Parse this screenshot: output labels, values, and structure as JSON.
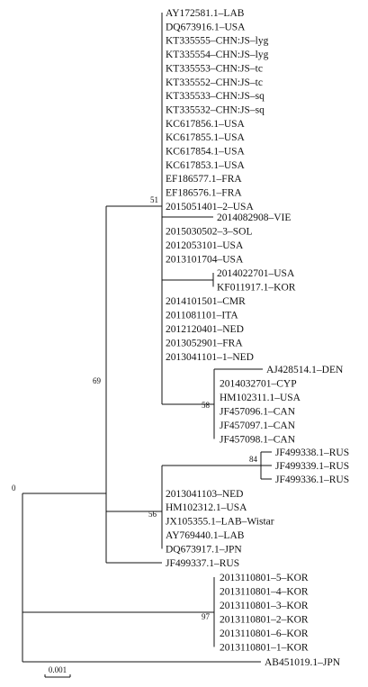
{
  "diagram": {
    "type": "phylogenetic-tree",
    "line_color": "#111111",
    "scale_bar": {
      "label": "0.001"
    },
    "bootstrap_values": [
      {
        "node": "n51",
        "value": "51"
      },
      {
        "node": "n69",
        "value": "69"
      },
      {
        "node": "n58",
        "value": "58"
      },
      {
        "node": "n84",
        "value": "84"
      },
      {
        "node": "n56",
        "value": "56"
      },
      {
        "node": "root",
        "value": "0"
      },
      {
        "node": "n97",
        "value": "97"
      }
    ],
    "leaves": [
      "AY172581.1–LAB",
      "DQ673916.1–USA",
      "KT335555–CHN:JS–lyg",
      "KT335554–CHN:JS–lyg",
      "KT335553–CHN:JS–tc",
      "KT335552–CHN:JS–tc",
      "KT335533–CHN:JS–sq",
      "KT335532–CHN:JS–sq",
      "KC617856.1–USA",
      "KC617855.1–USA",
      "KC617854.1–USA",
      "KC617853.1–USA",
      "EF186577.1–FRA",
      "EF186576.1–FRA",
      "2015051401–2–USA",
      "2014082908–VIE",
      "2015030502–3–SOL",
      "2012053101–USA",
      "2013101704–USA",
      "2014022701–USA",
      "KF011917.1–KOR",
      "2014101501–CMR",
      "2011081101–ITA",
      "2012120401–NED",
      "2013052901–FRA",
      "2013041101–1–NED",
      "AJ428514.1–DEN",
      "2014032701–CYP",
      "HM102311.1–USA",
      "JF457096.1–CAN",
      "JF457097.1–CAN",
      "JF457098.1–CAN",
      "JF499338.1–RUS",
      "JF499339.1–RUS",
      "JF499336.1–RUS",
      "2013041103–NED",
      "HM102312.1–USA",
      "JX105355.1–LAB–Wistar",
      "AY769440.1–LAB",
      "DQ673917.1–JPN",
      "JF499337.1–RUS",
      "2013110801–5–KOR",
      "2013110801–4–KOR",
      "2013110801–3–KOR",
      "2013110801–2–KOR",
      "2013110801–6–KOR",
      "2013110801–1–KOR",
      "AB451019.1–JPN"
    ]
  }
}
